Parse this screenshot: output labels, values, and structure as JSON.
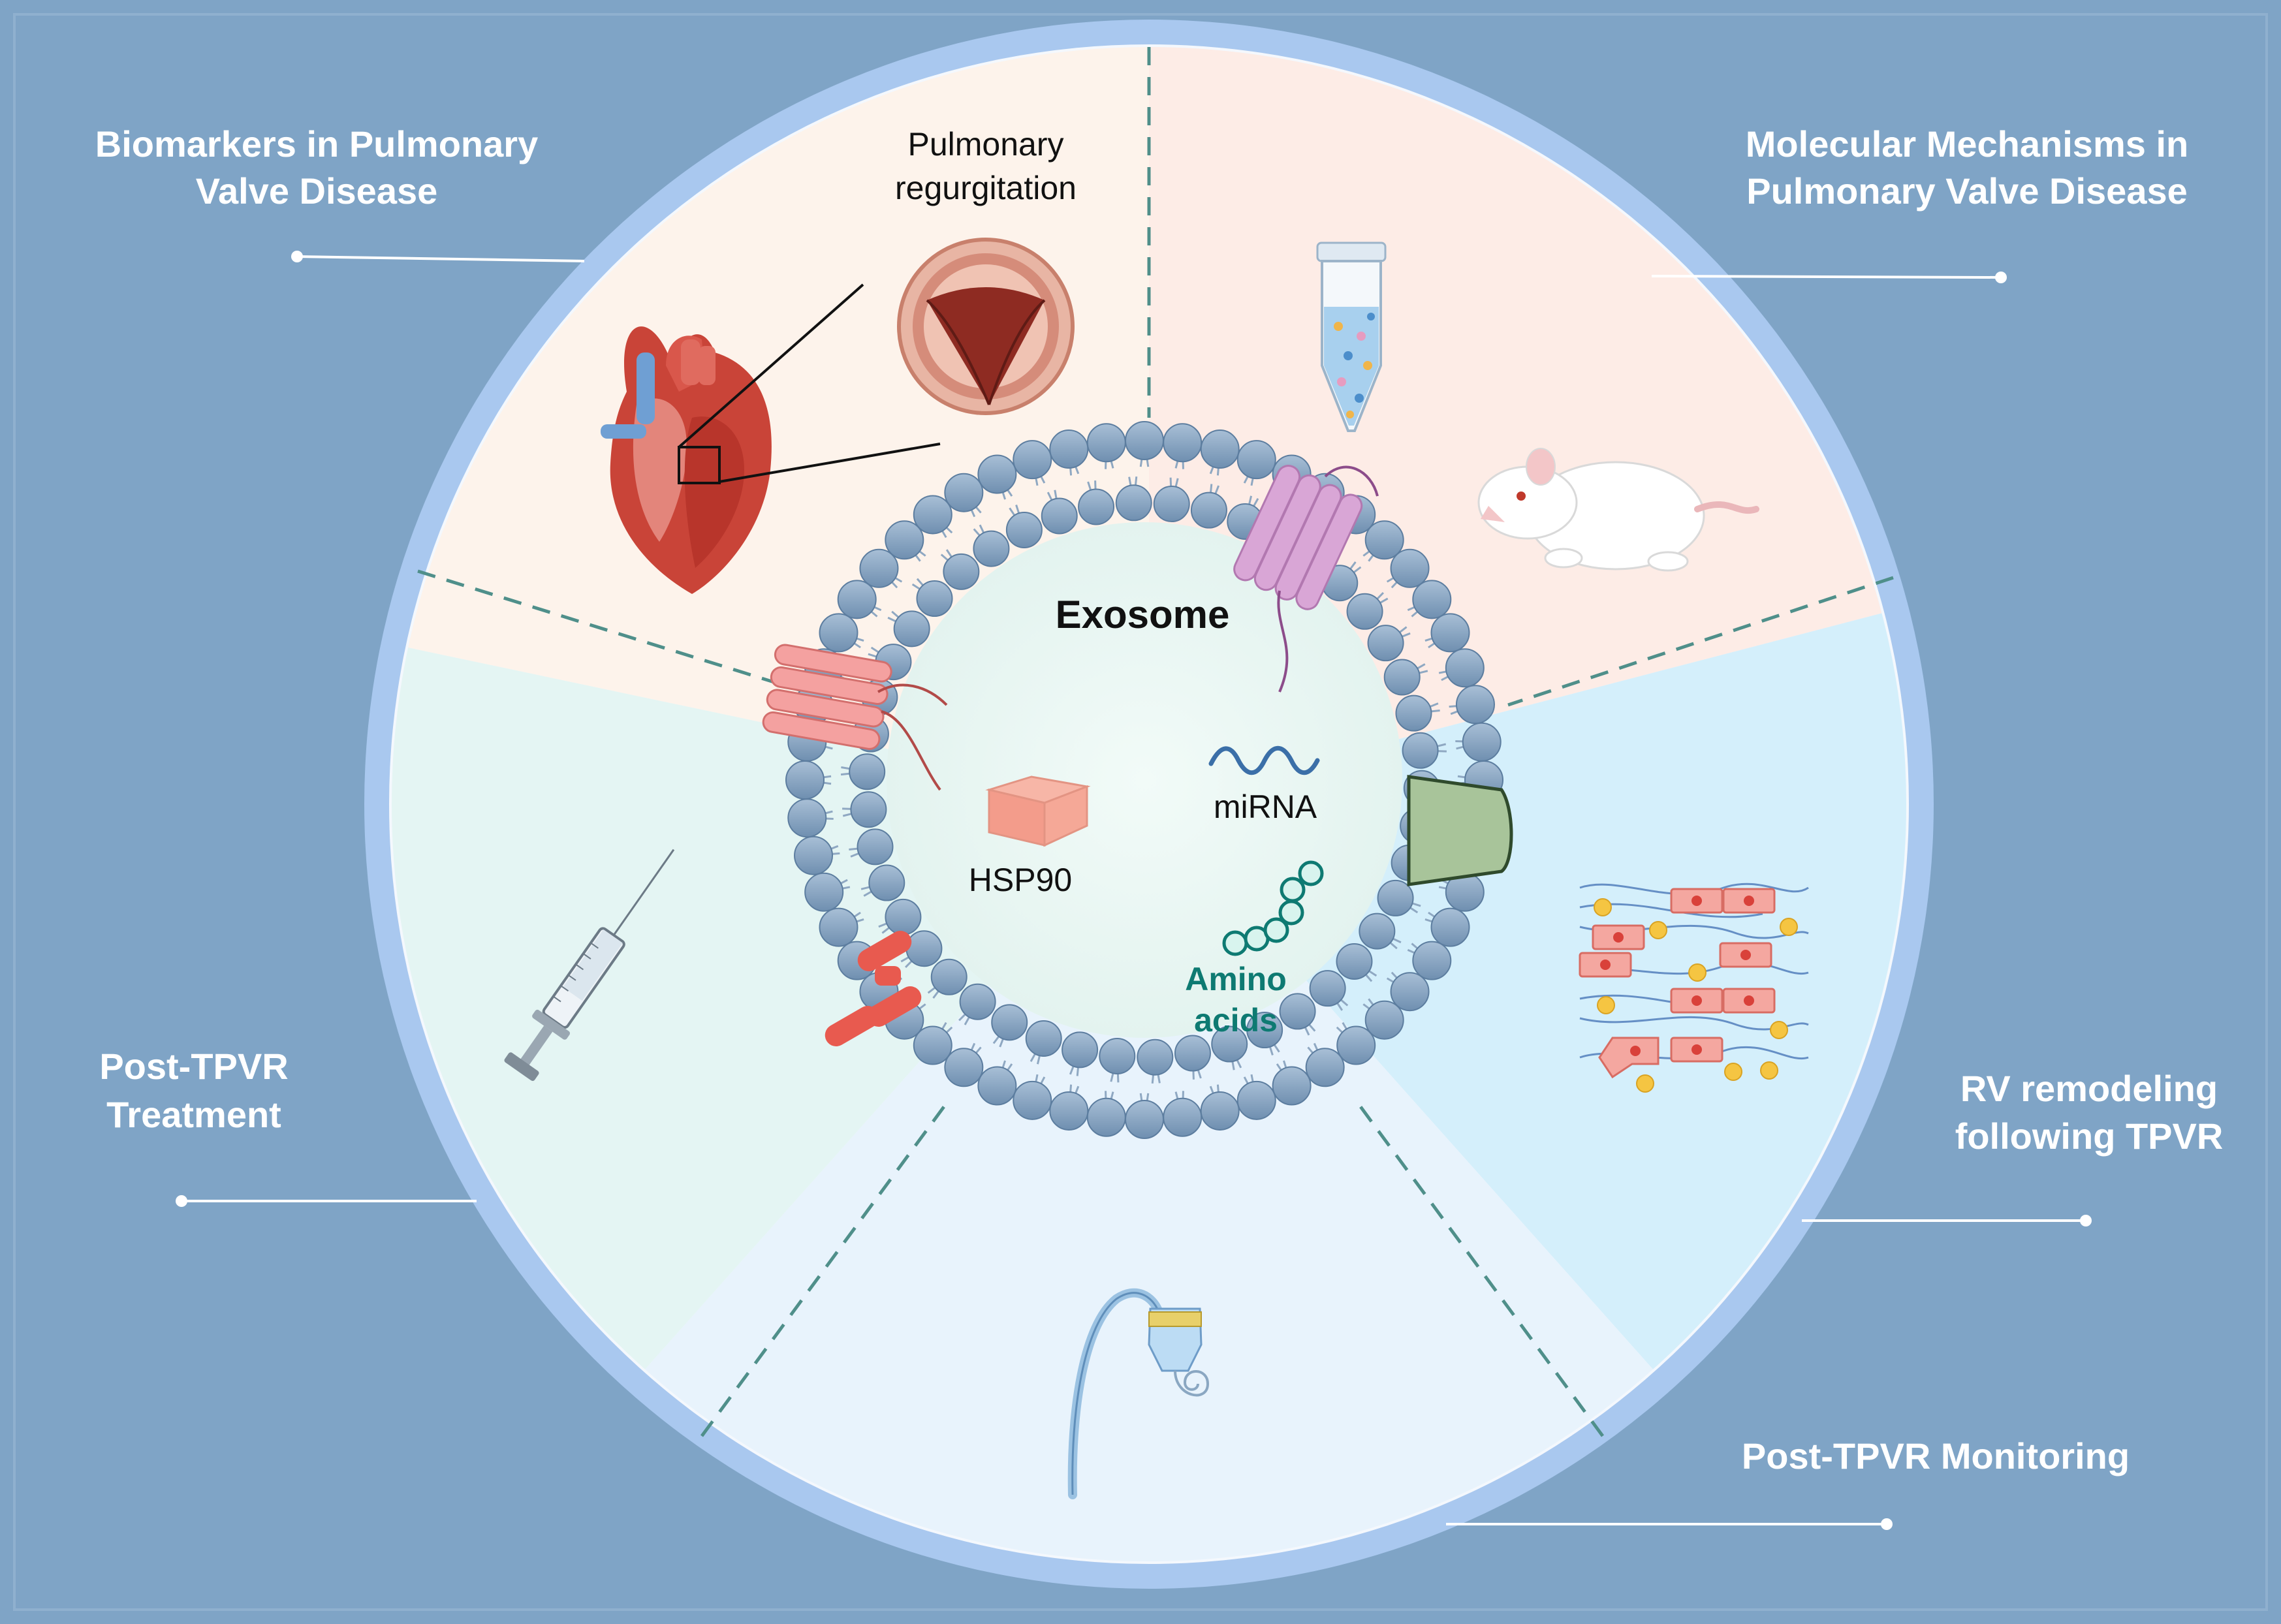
{
  "colors": {
    "background": "#7fa4c6",
    "outer_ring": "#a9c8ef",
    "sector_biomarkers": "#fdf3eb",
    "sector_molecular": "#fdece6",
    "sector_rv": "#d4effb",
    "sector_monitoring": "#e8f3fc",
    "sector_treatment": "#e4f5f3",
    "divider": "#4f8f8a",
    "membrane": "#7e9dbd",
    "exosome_core": "#e9f7f3",
    "amino_acid": "#0e7a72"
  },
  "labels": {
    "biomarkers": {
      "line1": "Biomarkers in Pulmonary",
      "line2": "Valve Disease"
    },
    "molecular": {
      "line1": "Molecular Mechanisms in",
      "line2": "Pulmonary Valve Disease"
    },
    "rv_remodeling": {
      "line1": "RV remodeling",
      "line2": "following TPVR"
    },
    "monitoring": {
      "line1": "Post-TPVR Monitoring"
    },
    "treatment": {
      "line1": "Post-TPVR",
      "line2": "Treatment"
    }
  },
  "inner": {
    "regurgitation": {
      "line1": "Pulmonary",
      "line2": "regurgitation"
    },
    "exosome": "Exosome",
    "mirna": "miRNA",
    "hsp90": "HSP90",
    "amino": {
      "line1": "Amino",
      "line2": "acids"
    }
  },
  "icons": [
    "heart-icon",
    "valve-cross-section-icon",
    "test-tube-icon",
    "rat-icon",
    "tissue-cells-icon",
    "catheter-device-icon",
    "syringe-icon",
    "membrane-protein-icon",
    "hsp90-cube-icon",
    "mirna-wave-icon",
    "amino-acid-chain-icon"
  ]
}
